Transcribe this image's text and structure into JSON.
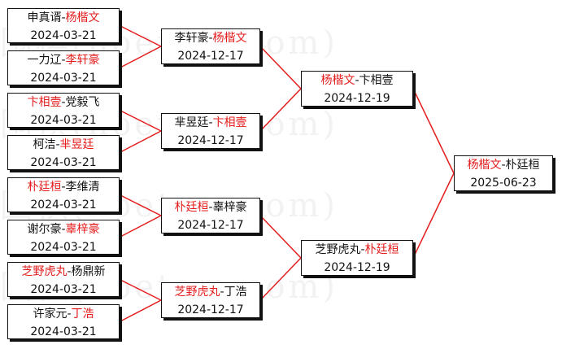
{
  "colors": {
    "winner": "#e41c1c",
    "connector": "#e41c1c",
    "box_border": "#111111",
    "watermark": "#b4b4b4"
  },
  "watermark_text": "围棋(hoetom.com)",
  "rounds": [
    {
      "name": "round-1",
      "matches": [
        {
          "p1": "申真谞",
          "p2": "杨楷文",
          "winner": 2,
          "date": "2024-03-21"
        },
        {
          "p1": "一力辽",
          "p2": "李轩豪",
          "winner": 2,
          "date": "2024-03-21"
        },
        {
          "p1": "卞相壹",
          "p2": "党毅飞",
          "winner": 1,
          "date": "2024-03-21"
        },
        {
          "p1": "柯洁",
          "p2": "芈昱廷",
          "winner": 2,
          "date": "2024-03-21"
        },
        {
          "p1": "朴廷桓",
          "p2": "李维清",
          "winner": 1,
          "date": "2024-03-21"
        },
        {
          "p1": "谢尔豪",
          "p2": "辜梓豪",
          "winner": 2,
          "date": "2024-03-21"
        },
        {
          "p1": "芝野虎丸",
          "p2": "杨鼎新",
          "winner": 1,
          "date": "2024-03-21"
        },
        {
          "p1": "许家元",
          "p2": "丁浩",
          "winner": 2,
          "date": "2024-03-21"
        }
      ]
    },
    {
      "name": "round-2",
      "matches": [
        {
          "p1": "李轩豪",
          "p2": "杨楷文",
          "winner": 2,
          "date": "2024-12-17"
        },
        {
          "p1": "芈昱廷",
          "p2": "卞相壹",
          "winner": 2,
          "date": "2024-12-17"
        },
        {
          "p1": "朴廷桓",
          "p2": "辜梓豪",
          "winner": 1,
          "date": "2024-12-17"
        },
        {
          "p1": "芝野虎丸",
          "p2": "丁浩",
          "winner": 1,
          "date": "2024-12-17"
        }
      ]
    },
    {
      "name": "semifinal",
      "matches": [
        {
          "p1": "杨楷文",
          "p2": "卞相壹",
          "winner": 1,
          "date": "2024-12-19"
        },
        {
          "p1": "芝野虎丸",
          "p2": "朴廷桓",
          "winner": 2,
          "date": "2024-12-19"
        }
      ]
    },
    {
      "name": "final",
      "matches": [
        {
          "p1": "杨楷文",
          "p2": "朴廷桓",
          "winner": 1,
          "date": "2025-06-23"
        }
      ]
    }
  ]
}
